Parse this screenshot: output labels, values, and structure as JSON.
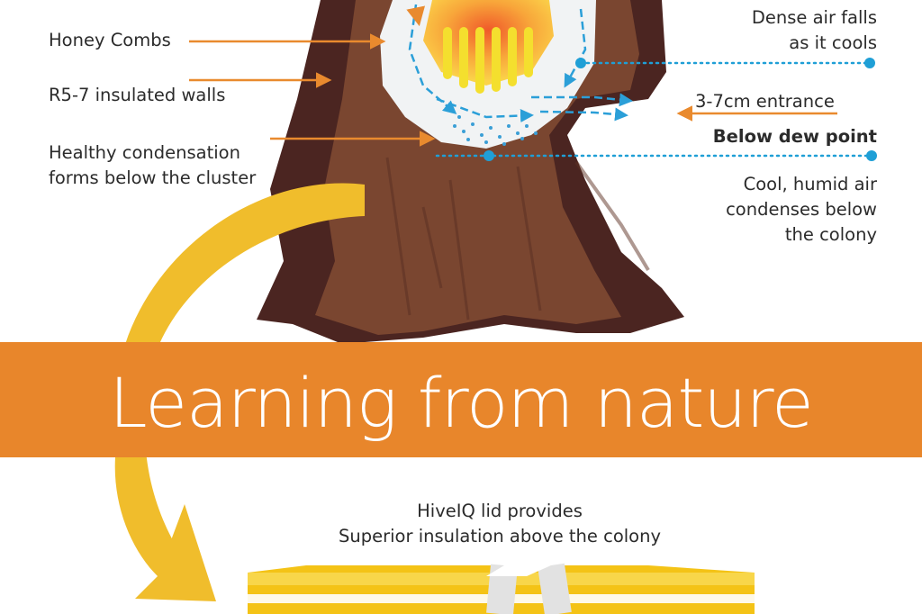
{
  "labels": {
    "honey_combs": "Honey Combs",
    "walls": "R5-7 insulated walls",
    "condensation_line1": "Healthy condensation",
    "condensation_line2": "forms below the cluster",
    "dense_air_line1": "Dense air falls",
    "dense_air_line2": "as it cools",
    "entrance": "3-7cm entrance",
    "dew_point": "Below dew point",
    "humid_line1": "Cool, humid air",
    "humid_line2": "condenses below",
    "humid_line3": "the colony"
  },
  "banner": {
    "title": "Learning from nature"
  },
  "caption": {
    "line1": "HiveIQ lid provides",
    "line2": "Superior insulation above the colony"
  },
  "colors": {
    "banner_orange": "#e8862b",
    "arrow_orange": "#e98a2e",
    "leader_blue": "#1f9fd6",
    "curve_yellow": "#f0bd2c",
    "trunk_brown": "#7a4630",
    "trunk_dark": "#4b2521",
    "lid_yellow": "#f4c316"
  }
}
